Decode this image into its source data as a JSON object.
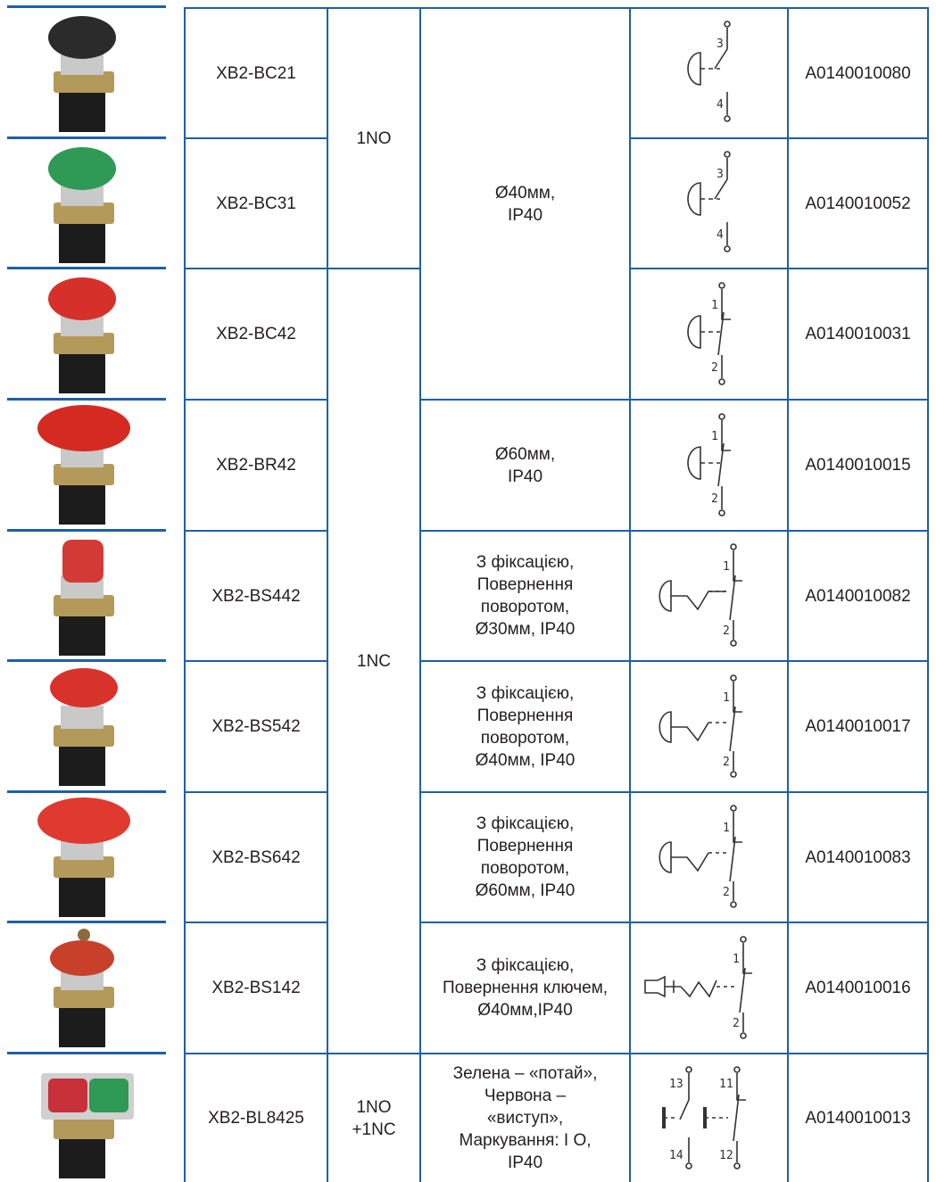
{
  "colors": {
    "border": "#1f5fa8",
    "text": "#231f20"
  },
  "rows": [
    {
      "model": "XB2-BC21",
      "code": "A0140010080",
      "cap": "#2b2b2b",
      "symbol": "no-mushroom-icon",
      "c1": "3",
      "c2": "4"
    },
    {
      "model": "XB2-BC31",
      "code": "A0140010052",
      "cap": "#2f9a55",
      "symbol": "no-mushroom-icon",
      "c1": "3",
      "c2": "4"
    },
    {
      "model": "XB2-BC42",
      "code": "A0140010031",
      "cap": "#d6302b",
      "symbol": "nc-mushroom-icon",
      "c1": "1",
      "c2": "2"
    },
    {
      "model": "XB2-BR42",
      "code": "A0140010015",
      "cap": "#d52a22",
      "symbol": "nc-mushroom-icon",
      "c1": "1",
      "c2": "2"
    },
    {
      "model": "XB2-BS442",
      "code": "A0140010082",
      "cap": "#d43a35",
      "symbol": "nc-latch-icon",
      "c1": "1",
      "c2": "2"
    },
    {
      "model": "XB2-BS542",
      "code": "A0140010017",
      "cap": "#d8332b",
      "symbol": "nc-latch-icon",
      "c1": "1",
      "c2": "2"
    },
    {
      "model": "XB2-BS642",
      "code": "A0140010083",
      "cap": "#e03a30",
      "symbol": "nc-latch-icon",
      "c1": "1",
      "c2": "2"
    },
    {
      "model": "XB2-BS142",
      "code": "A0140010016",
      "cap": "#c9402a",
      "symbol": "nc-key-icon",
      "c1": "1",
      "c2": "2"
    },
    {
      "model": "XB2-BL8425",
      "code": "A0140010013",
      "cap": "#c8303a",
      "symbol": "no-nc-double-icon",
      "c1": "13",
      "c2": "14",
      "c3": "11",
      "c4": "12"
    }
  ],
  "contacts": {
    "no": "1NO",
    "nc": "1NC",
    "nonc_1": "1NO",
    "nonc_2": "+1NC"
  },
  "desc": {
    "d40": [
      "Ø40мм,",
      "IP40"
    ],
    "d60": [
      "Ø60мм,",
      "IP40"
    ],
    "bs442": [
      "З фіксацією,",
      "Повернення",
      "поворотом,",
      "Ø30мм, IP40"
    ],
    "bs542": [
      "З фіксацією,",
      "Повернення",
      "поворотом,",
      "Ø40мм, IP40"
    ],
    "bs642": [
      "З фіксацією,",
      "Повернення",
      "поворотом,",
      "Ø60мм, IP40"
    ],
    "bs142": [
      "З фіксацією,",
      "Повернення ключем,",
      "Ø40мм,IP40"
    ],
    "bl8425": [
      "Зелена  – «потай»,",
      "Червона –",
      "«виступ»,",
      "Маркування: I O,",
      "IP40"
    ]
  }
}
